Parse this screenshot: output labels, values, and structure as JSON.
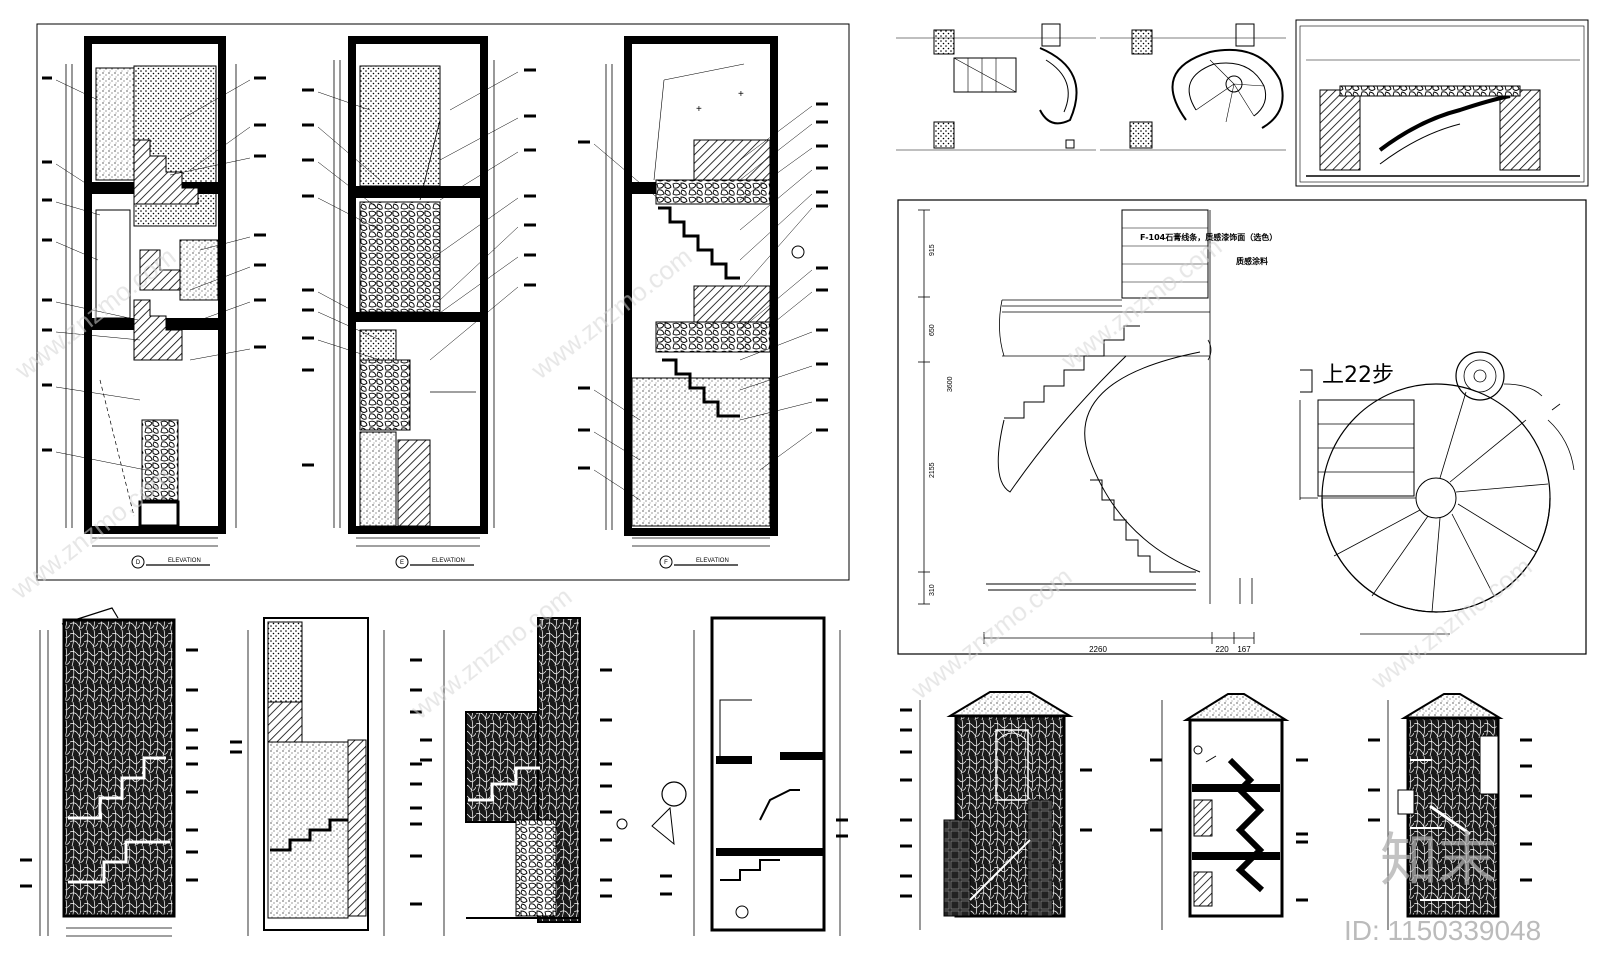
{
  "sheet": {
    "elevation_caption_1": "ELEVATION",
    "elevation_caption_2": "ELEVATION",
    "elevation_caption_3": "ELEVATION",
    "elevation_marker_1": "D",
    "elevation_marker_2": "E",
    "elevation_marker_3": "F"
  },
  "spiral_detail": {
    "note_material": "F-104石膏线条，质感漆饰面（选色）",
    "note_paint": "质感涂料",
    "step_label": "上22步",
    "dim_total_height": "3600",
    "dim_h1": "915",
    "dim_h2": "650",
    "dim_h3": "2155",
    "dim_h4": "310",
    "dim_w1": "2260",
    "dim_w2": "220",
    "dim_w3": "167"
  },
  "watermark": {
    "brand_cn": "知末",
    "site": "www.znzmo.com",
    "id_text": "ID: 1150339048"
  },
  "colors": {
    "line": "#000000",
    "background": "#ffffff",
    "watermark": "#c8c8c8"
  }
}
